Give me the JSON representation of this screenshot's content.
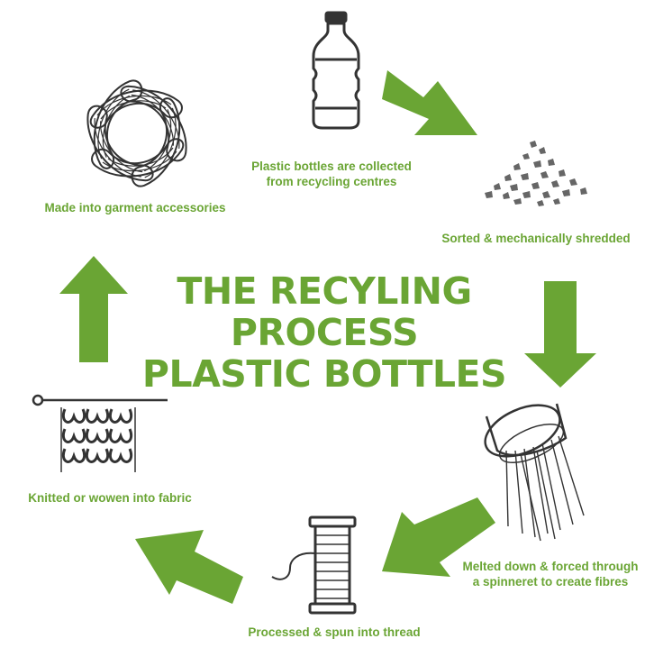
{
  "title": {
    "line1": "THE RECYLING",
    "line2": "PROCESS",
    "line3": "PLASTIC BOTTLES"
  },
  "steps": [
    {
      "label_line1": "Plastic bottles are collected",
      "label_line2": "from recycling centres",
      "icon": "plastic-bottle-icon"
    },
    {
      "label_line1": "Sorted & mechanically shredded",
      "label_line2": "",
      "icon": "shredded-flakes-icon"
    },
    {
      "label_line1": "Melted down & forced through",
      "label_line2": "a spinneret to create fibres",
      "icon": "spinneret-icon"
    },
    {
      "label_line1": "Processed & spun into thread",
      "label_line2": "",
      "icon": "thread-spool-icon"
    },
    {
      "label_line1": "Knitted or wowen into fabric",
      "label_line2": "",
      "icon": "knitting-icon"
    },
    {
      "label_line1": "Made into garment accessories",
      "label_line2": "",
      "icon": "woven-star-icon"
    }
  ],
  "colors": {
    "accent": "#6aa534",
    "icon_stroke": "#333333",
    "background": "#ffffff"
  }
}
